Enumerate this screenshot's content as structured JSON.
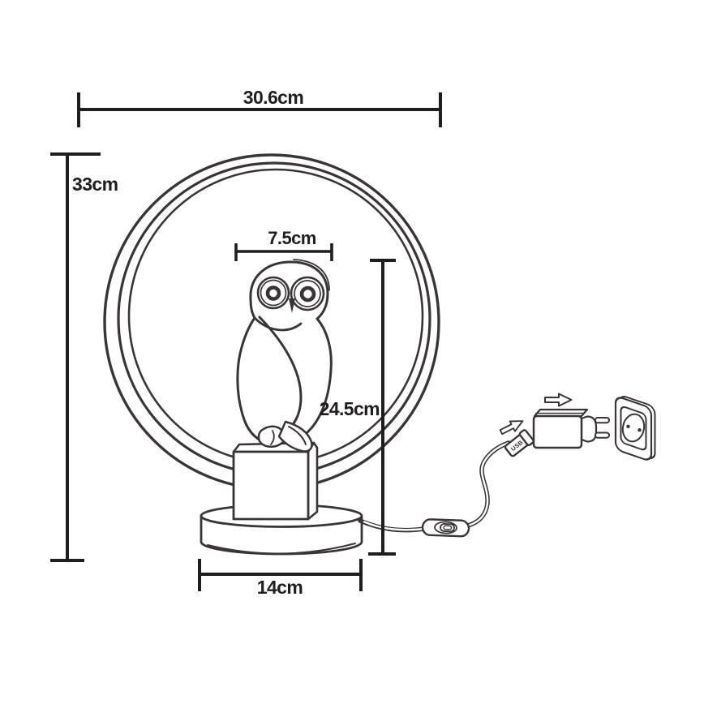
{
  "colors": {
    "art": "#3a3436",
    "dim": "#211d1e",
    "bg": "#ffffff"
  },
  "dimensions": {
    "total_width": {
      "label": "30.6cm"
    },
    "total_height": {
      "label": "33cm"
    },
    "owl_width": {
      "label": "7.5cm"
    },
    "inner_height": {
      "label": "24.5cm"
    },
    "base_width": {
      "label": "14cm"
    }
  },
  "power": {
    "usb_label": "USB"
  }
}
